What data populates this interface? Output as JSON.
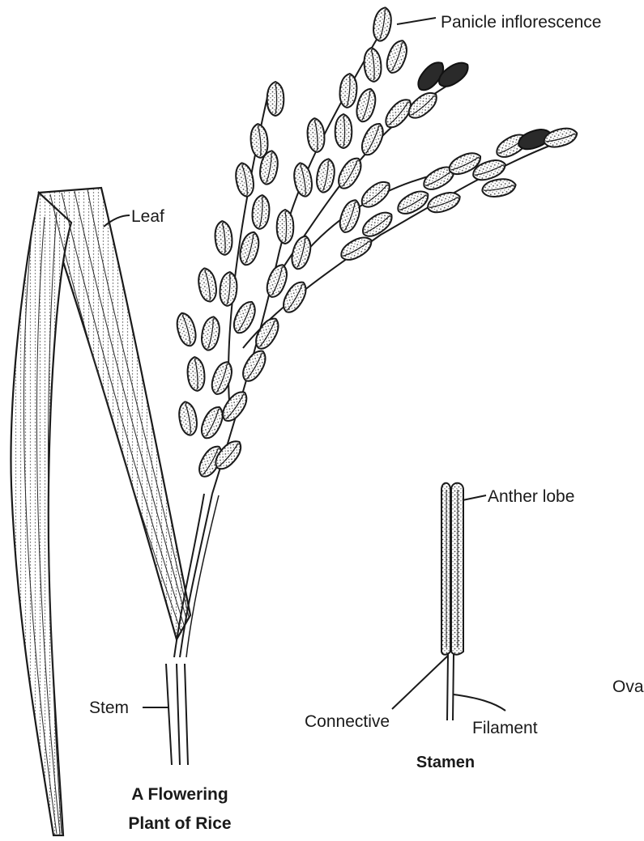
{
  "labels": {
    "panicle": "Panicle inflorescence",
    "leaf": "Leaf",
    "stem": "Stem",
    "anther_lobe": "Anther lobe",
    "connective": "Connective",
    "filament": "Filament",
    "ovary_partial": "Ova"
  },
  "captions": {
    "plant_line1": "A Flowering",
    "plant_line2": "Plant of Rice",
    "stamen": "Stamen"
  },
  "colors": {
    "ink": "#1a1a1a",
    "stipple": "#555555",
    "paper": "#ffffff"
  }
}
